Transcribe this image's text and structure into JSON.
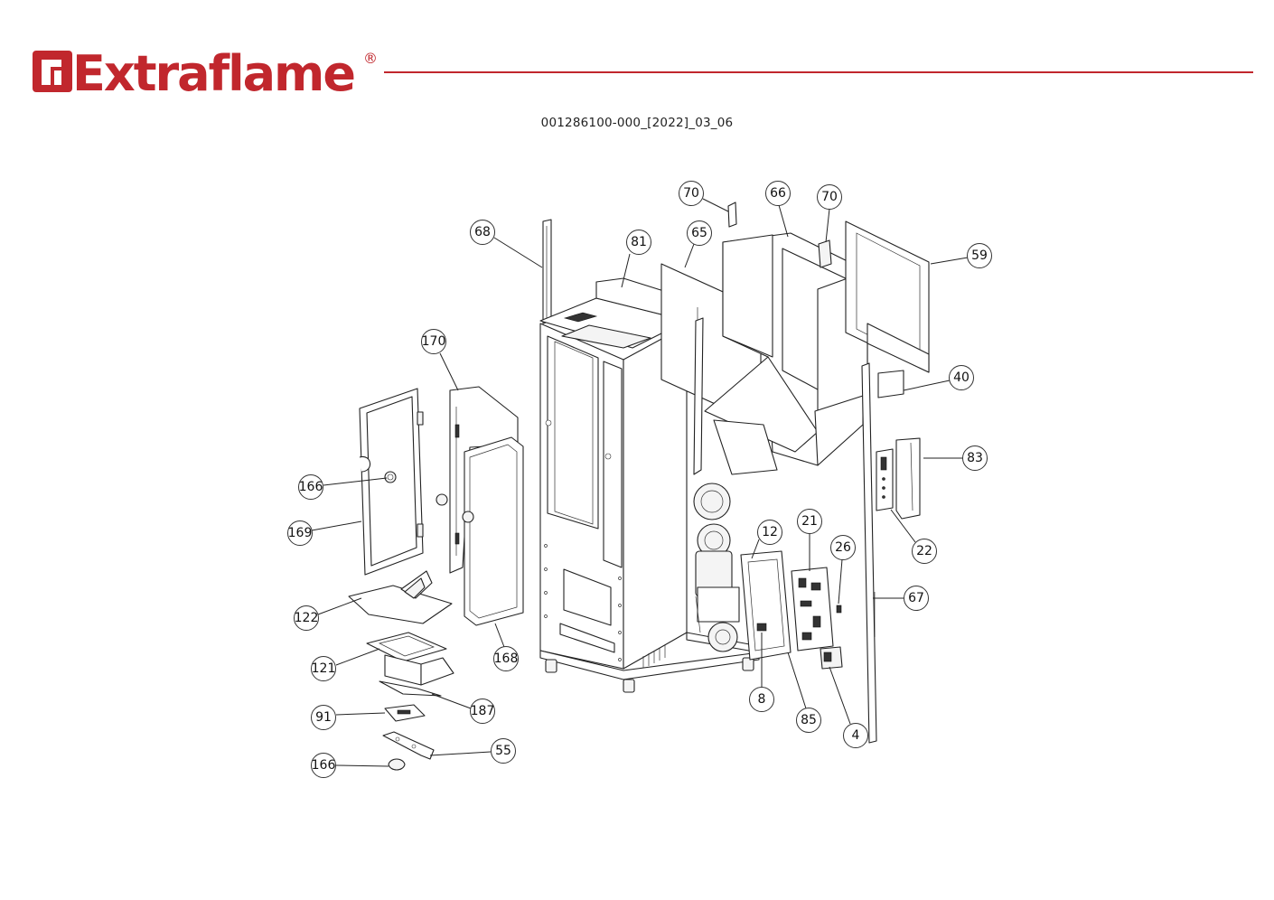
{
  "brand": {
    "name": "Extraflame",
    "registered_mark": "®",
    "color": "#c1272d"
  },
  "document_code": "001286100-000_[2022]_03_06",
  "callouts": [
    {
      "label": "70"
    },
    {
      "label": "66"
    },
    {
      "label": "70"
    },
    {
      "label": "68"
    },
    {
      "label": "81"
    },
    {
      "label": "65"
    },
    {
      "label": "59"
    },
    {
      "label": "170"
    },
    {
      "label": "40"
    },
    {
      "label": "83"
    },
    {
      "label": "166"
    },
    {
      "label": "169"
    },
    {
      "label": "12"
    },
    {
      "label": "21"
    },
    {
      "label": "26"
    },
    {
      "label": "22"
    },
    {
      "label": "67"
    },
    {
      "label": "122"
    },
    {
      "label": "121"
    },
    {
      "label": "168"
    },
    {
      "label": "187"
    },
    {
      "label": "8"
    },
    {
      "label": "85"
    },
    {
      "label": "91"
    },
    {
      "label": "4"
    },
    {
      "label": "55"
    },
    {
      "label": "166"
    }
  ]
}
